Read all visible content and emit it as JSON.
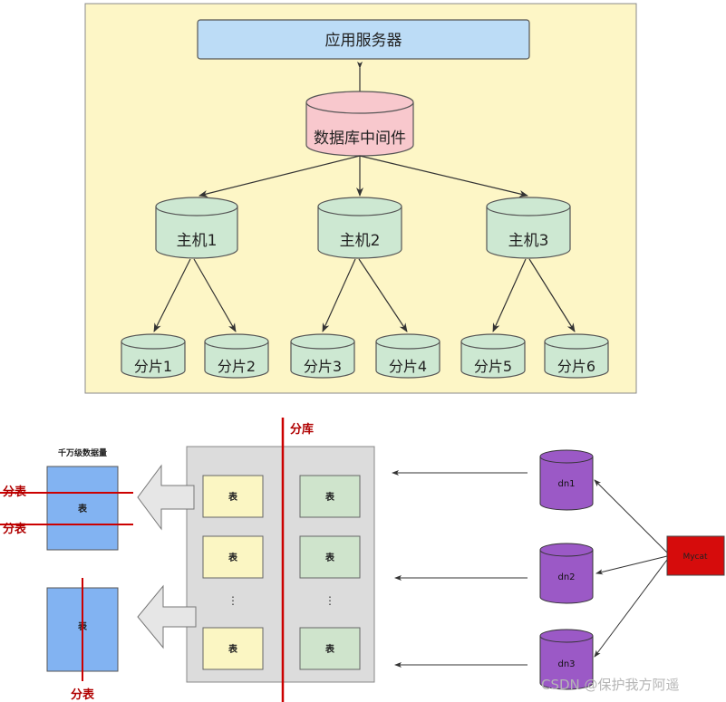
{
  "top": {
    "app_server": "应用服务器",
    "middleware": "数据库中间件",
    "hosts": [
      "主机1",
      "主机2",
      "主机3"
    ],
    "shards": [
      "分片1",
      "分片2",
      "分片3",
      "分片4",
      "分片5",
      "分片6"
    ]
  },
  "bottom": {
    "split_db": "分库",
    "big_data": "千万级数据量",
    "split_table": "分表",
    "table": "表",
    "ellipsis": "⋮",
    "dn": [
      "dn1",
      "dn2",
      "dn3"
    ],
    "mycat": "Mycat"
  },
  "watermark": "CSDN @保护我方阿遥",
  "colors": {
    "panel_bg": "#fdf6c6",
    "app_server": "#bcdcf6",
    "middleware": "#f8c8cd",
    "host_cyl": "#cde8d2",
    "table_yellow": "#fbf6c3",
    "table_green": "#cfe4cc",
    "big_table": "#82b3f2",
    "dn": "#9b59c6",
    "mycat": "#d60c0c",
    "split_line": "#cc0000"
  }
}
